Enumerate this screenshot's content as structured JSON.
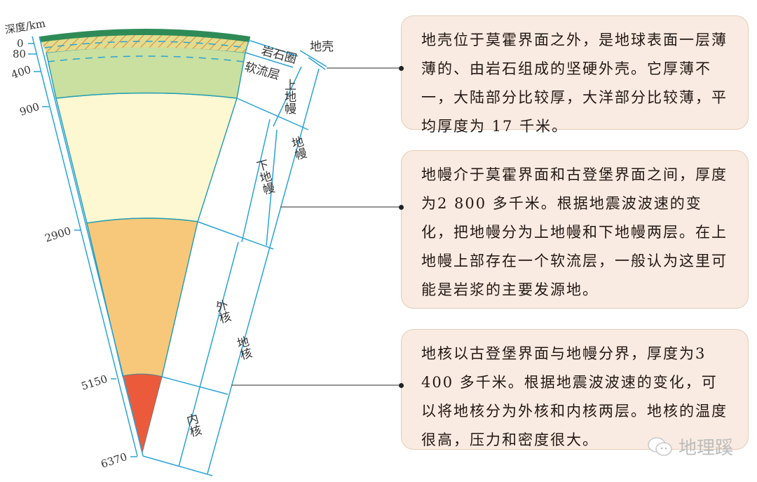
{
  "diagram": {
    "axis_title": "深度/km",
    "depth_ticks": [
      "0",
      "80",
      "400",
      "900",
      "2900",
      "5150",
      "6370"
    ],
    "layer_labels": {
      "lithosphere": "岩石圈",
      "asthenosphere": "软流层",
      "crust": "地壳",
      "upper_mantle": "上地幔",
      "lower_mantle": "下地幔",
      "mantle": "地幔",
      "outer_core": "外核",
      "inner_core": "内核",
      "core": "地核"
    },
    "colors": {
      "crust": "#2e8b57",
      "lithosphere_fill": "#e2dc8e",
      "hatch": "#d98a3a",
      "upper_mantle": "#c9e0a0",
      "lower_mantle": "#fdf8d2",
      "outer_core": "#f7c87a",
      "inner_core": "#ec5a3c",
      "lines": "#2aa3d6"
    }
  },
  "notes": [
    {
      "text": "地壳位于莫霍界面之外，是地球表面一层薄薄的、由岩石组成的坚硬外壳。它厚薄不一，大陆部分比较厚，大洋部分比较薄，平均厚度为 17 千米。"
    },
    {
      "text": "地幔介于莫霍界面和古登堡界面之间，厚度为2 800 多千米。根据地震波波速的变化，把地幔分为上地幔和下地幔两层。在上地幔上部存在一个软流层，一般认为这里可能是岩浆的主要发源地。"
    },
    {
      "text": "地核以古登堡界面与地幔分界，厚度为3 400 多千米。根据地震波波速的变化，可以将地核分为外核和内核两层。地核的温度很高，压力和密度很大。"
    }
  ],
  "watermark": {
    "icon": "wechat-icon",
    "text": "地理蹊"
  }
}
